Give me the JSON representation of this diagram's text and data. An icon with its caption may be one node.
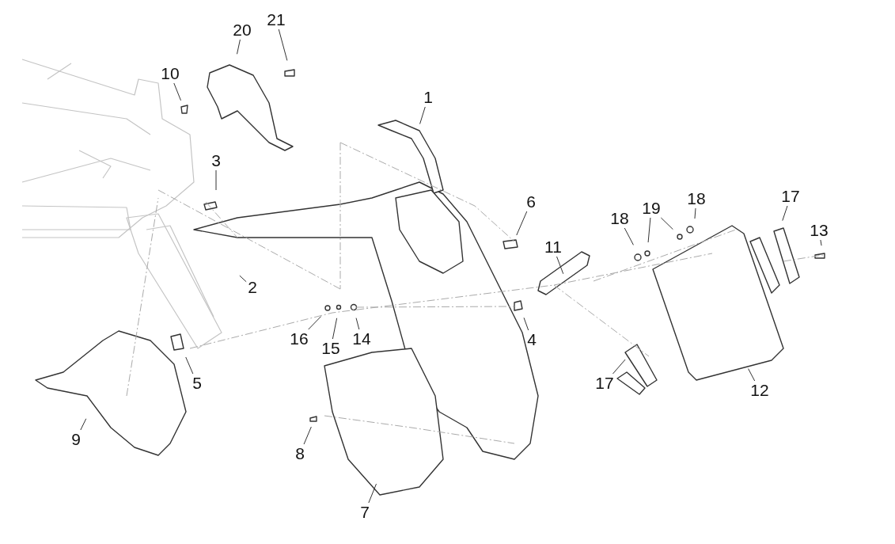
{
  "diagram": {
    "nodes": [
      {
        "text": [
          "21"
        ]
      },
      {
        "text": [
          "20"
        ]
      },
      {
        "text": [
          "10"
        ]
      },
      {
        "text": [
          "1"
        ]
      },
      {
        "text": [
          "3"
        ]
      },
      {
        "text": [
          "17"
        ]
      },
      {
        "text": [
          "6"
        ]
      },
      {
        "text": [
          "18"
        ]
      },
      {
        "text": [
          "19"
        ]
      },
      {
        "text": [
          "18"
        ]
      },
      {
        "text": [
          "13"
        ]
      },
      {
        "text": [
          "11"
        ]
      },
      {
        "text": [
          "2"
        ]
      },
      {
        "text": [
          "16"
        ]
      },
      {
        "text": [
          "15"
        ]
      },
      {
        "text": [
          "14"
        ]
      },
      {
        "text": [
          "4"
        ]
      },
      {
        "text": [
          "5"
        ]
      },
      {
        "text": [
          "17"
        ]
      },
      {
        "text": [
          "12"
        ]
      },
      {
        "text": [
          "9"
        ]
      },
      {
        "text": [
          "8"
        ]
      },
      {
        "text": [
          "7"
        ]
      }
    ],
    "edges": [
      {
        "from": 0,
        "to": null,
        "arrow": "none"
      },
      {
        "from": 1,
        "to": null,
        "arrow": "none"
      },
      {
        "from": 2,
        "to": null,
        "arrow": "none"
      },
      {
        "from": 3,
        "to": null,
        "arrow": "none"
      },
      {
        "from": 4,
        "to": null,
        "arrow": "none"
      },
      {
        "from": 5,
        "to": null,
        "arrow": "none"
      },
      {
        "from": 6,
        "to": null,
        "arrow": "none"
      },
      {
        "from": 7,
        "to": null,
        "arrow": "none"
      },
      {
        "from": 8,
        "to": null,
        "arrow": "none"
      },
      {
        "from": 8,
        "to": null,
        "arrow": "none"
      },
      {
        "from": 9,
        "to": null,
        "arrow": "none"
      },
      {
        "from": 10,
        "to": null,
        "arrow": "none"
      },
      {
        "from": 11,
        "to": null,
        "arrow": "none"
      },
      {
        "from": 12,
        "to": null,
        "arrow": "none"
      },
      {
        "from": 13,
        "to": null,
        "arrow": "none"
      },
      {
        "from": 14,
        "to": null,
        "arrow": "none"
      },
      {
        "from": 15,
        "to": null,
        "arrow": "none"
      },
      {
        "from": 16,
        "to": null,
        "arrow": "none"
      },
      {
        "from": 17,
        "to": null,
        "arrow": "none"
      },
      {
        "from": 18,
        "to": null,
        "arrow": "none"
      },
      {
        "from": 19,
        "to": null,
        "arrow": "none"
      },
      {
        "from": 20,
        "to": null,
        "arrow": "none"
      },
      {
        "from": 21,
        "to": null,
        "arrow": "none"
      },
      {
        "from": 22,
        "to": null,
        "arrow": "none"
      }
    ]
  }
}
